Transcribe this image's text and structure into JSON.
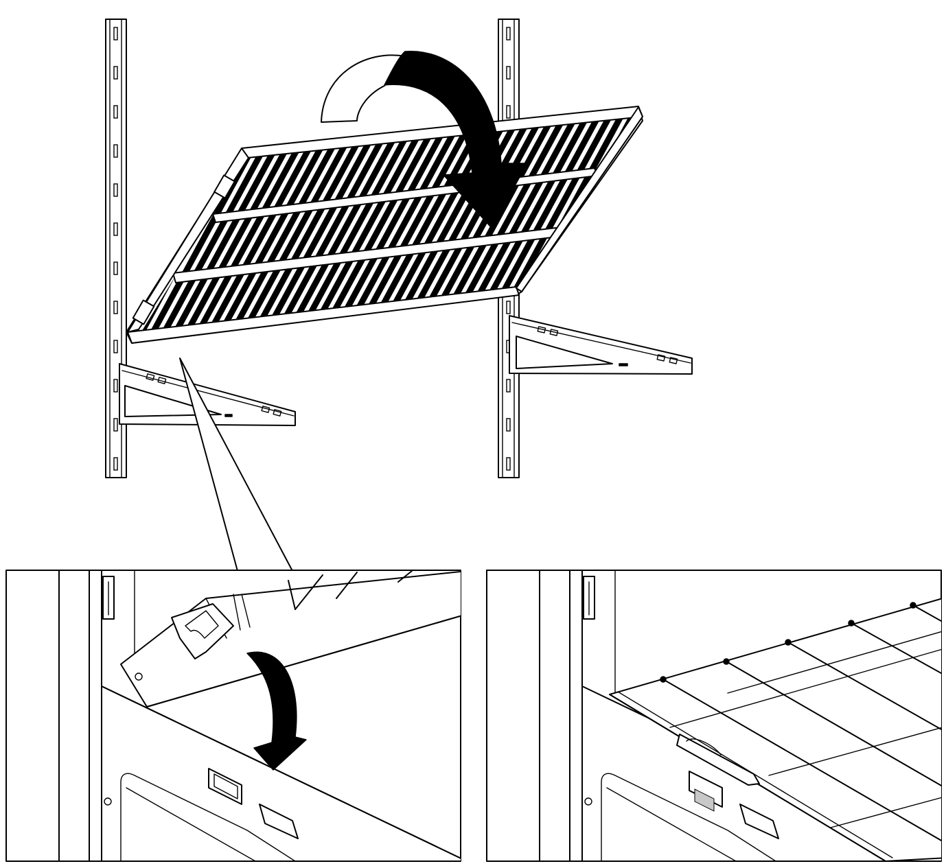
{
  "diagram": {
    "kind": "installation-illustration",
    "steps": [
      {
        "id": "overview",
        "description_icon": "tilt-shelf-onto-brackets"
      },
      {
        "id": "detail-hooking",
        "description_icon": "hook-shelf-and-lower"
      },
      {
        "id": "detail-installed",
        "description_icon": "shelf-seated-on-bracket"
      }
    ],
    "colors": {
      "line": "#000000",
      "background": "#ffffff",
      "highlight": "#c8c8c8"
    },
    "icons": [
      "rotate-down-arrow-icon",
      "lower-down-arrow-icon"
    ]
  }
}
